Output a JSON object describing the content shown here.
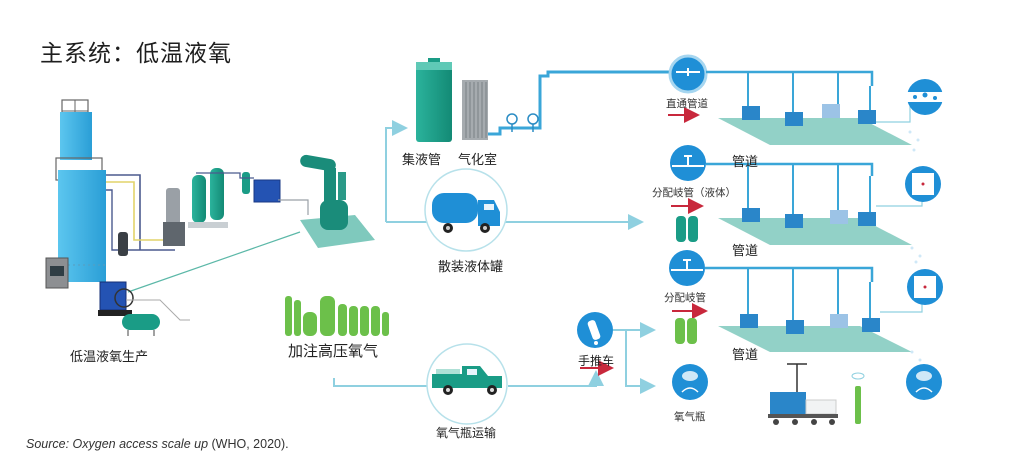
{
  "title": "主系统：低温液氧",
  "colors": {
    "pipe_blue": "#3aa6d8",
    "flow_line": "#8fd0e0",
    "tower_blue": "#3fb4e6",
    "icon_blue": "#1f8fd6",
    "tank_green": "#1a9c86",
    "cylinder_green": "#6cc04a",
    "floor_teal": "#7fc9bd",
    "arrow_red": "#c8283c",
    "bed_blue": "#2a86c9"
  },
  "production": {
    "label": "低温液氧生产"
  },
  "storage": {
    "tank_label": "集液管",
    "vaporizer_label": "气化室"
  },
  "bulk_tanker": {
    "label": "散装液体罐",
    "icon": "tanker-truck-icon"
  },
  "high_pressure": {
    "label": "加注高压氧气",
    "icon": "gas-cylinders-icon"
  },
  "cylinder_transport": {
    "label": "氧气瓶运输",
    "icon": "pickup-truck-icon"
  },
  "trolley": {
    "label": "手推车",
    "icon": "hand-trolley-icon"
  },
  "distribution": [
    {
      "label": "直通管道",
      "icon": "pipeline-icon",
      "floor_label": "管道",
      "endpoint_icon": "bubble-humidifier-icon"
    },
    {
      "label": "分配岐管（液体）",
      "icon": "manifold-icon",
      "floor_label": "管道",
      "endpoint_icon": "wall-outlet-icon"
    },
    {
      "label": "分配岐管",
      "icon": "manifold-icon",
      "floor_label": "管道",
      "endpoint_icon": "wall-outlet-icon"
    }
  ],
  "bedside_cylinder": {
    "label": "氧气瓶",
    "icon": "oxygen-mask-icon",
    "endpoint_icon": "oxygen-mask-icon"
  },
  "source": {
    "italic": "Source: Oxygen access scale up",
    "plain": " (WHO, 2020)."
  }
}
